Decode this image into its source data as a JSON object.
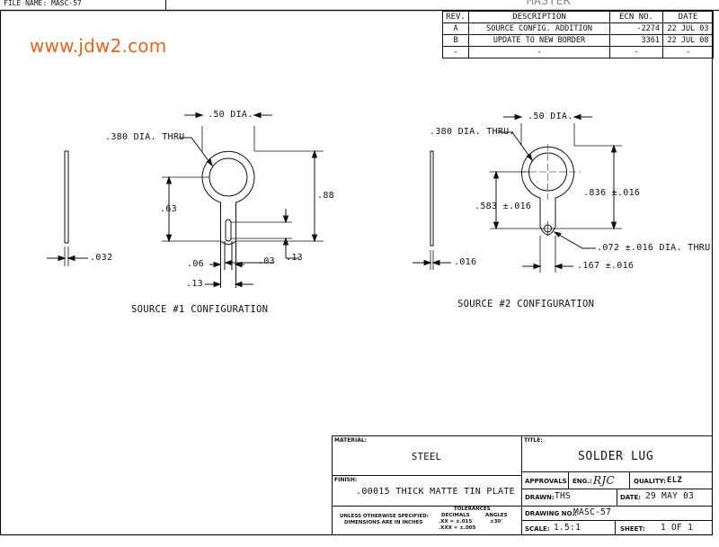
{
  "header": {
    "file_name_label": "FILE NAME:",
    "file_name": "MASC-57",
    "top_right_partial": "MASTER"
  },
  "watermark": "www.jdw2.com",
  "revisions": {
    "headers": [
      "REV.",
      "DESCRIPTION",
      "ECN NO.",
      "DATE"
    ],
    "rows": [
      [
        "A",
        "SOURCE CONFIG. ADDITION",
        "-2274",
        "22 JUL 03"
      ],
      [
        "B",
        "UPDATE TO NEW BORDER",
        "3361",
        "22 JUL 08"
      ],
      [
        "-",
        "-",
        "-",
        "-"
      ]
    ]
  },
  "config1": {
    "caption": "SOURCE #1 CONFIGURATION",
    "dims": {
      "dia50": ".50 DIA.",
      "hole380": ".380 DIA. THRU",
      "h88": ".88",
      "h63": ".63",
      "t032": ".032",
      "w06": ".06",
      "w03": ".03",
      "w13a": ".13",
      "w13b": ".13"
    }
  },
  "config2": {
    "caption": "SOURCE #2 CONFIGURATION",
    "dims": {
      "dia50": ".50 DIA.",
      "hole380": ".380 DIA. THRU.",
      "h836": ".836 ±.016",
      "h583": ".583 ±.016",
      "hole072": ".072 ±.016 DIA. THRU",
      "w167": ".167 ±.016",
      "t016": ".016"
    }
  },
  "titleblock": {
    "material_label": "MATERIAL:",
    "material": "STEEL",
    "finish_label": "FINISH:",
    "finish": ".00015 THICK MATTE TIN PLATE",
    "unless_line1": "UNLESS OTHERWISE SPECIFIED:",
    "unless_line2": "DIMENSIONS ARE IN INCHES",
    "tol_title": "TOLERANCES",
    "tol_decimals": "DECIMALS",
    "tol_angles": "ANGLES",
    "tol_xx": ".XX = ±.015",
    "tol_xxx": ".XXX = ±.005",
    "tol_angle_val": "±30'",
    "title_label": "TITLE:",
    "title": "SOLDER LUG",
    "approvals_label": "APPROVALS",
    "eng_label": "ENG.:",
    "eng_initials": "RJC",
    "quality_label": "QUALITY:",
    "quality_initials": "ELZ",
    "drawn_label": "DRAWN:",
    "drawn": "THS",
    "date_label": "DATE:",
    "date": "29 MAY 03",
    "drawing_no_label": "DRAWING NO.:",
    "drawing_no": "MASC-57",
    "scale_label": "SCALE:",
    "scale": "1.5:1",
    "sheet_label": "SHEET:",
    "sheet": "1 OF 1"
  }
}
